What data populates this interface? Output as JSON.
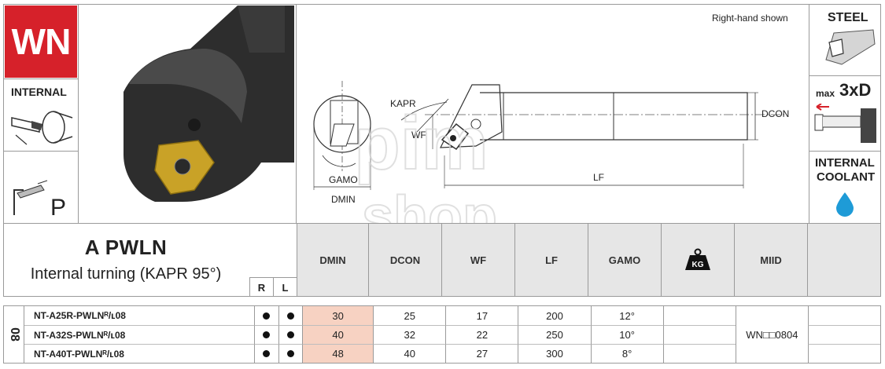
{
  "badge": {
    "code": "WN",
    "color": "#d6212a"
  },
  "left_labels": {
    "internal": "INTERNAL",
    "p": "P"
  },
  "diagram": {
    "note": "Right-hand shown",
    "labels": {
      "kapr": "KAPR",
      "wf": "WF",
      "gamo": "GAMO",
      "dmin": "DMIN",
      "lf": "LF",
      "dcon": "DCON"
    }
  },
  "right_labels": {
    "steel": "STEEL",
    "max": "max",
    "xd": "3xD",
    "coolant_1": "INTERNAL",
    "coolant_2": "COOLANT",
    "coolant_color": "#1e9bd7"
  },
  "watermark": {
    "line1": "pim",
    "line2": "shop"
  },
  "product": {
    "name": "A PWLN",
    "description": "Internal turning (KAPR 95°)",
    "r": "R",
    "l": "L"
  },
  "table": {
    "headers": [
      "DMIN",
      "DCON",
      "WF",
      "LF",
      "GAMO",
      "",
      "MIID"
    ],
    "weight_label": "KG",
    "group": "08",
    "miid": "WN□□0804",
    "rows": [
      {
        "code": "NT-A25R-PWLNᴿ/ʟ08",
        "dmin": "30",
        "dcon": "25",
        "wf": "17",
        "lf": "200",
        "gamo": "12°"
      },
      {
        "code": "NT-A32S-PWLNᴿ/ʟ08",
        "dmin": "40",
        "dcon": "32",
        "wf": "22",
        "lf": "250",
        "gamo": "10°"
      },
      {
        "code": "NT-A40T-PWLNᴿ/ʟ08",
        "dmin": "48",
        "dcon": "40",
        "wf": "27",
        "lf": "300",
        "gamo": "8°"
      }
    ]
  }
}
